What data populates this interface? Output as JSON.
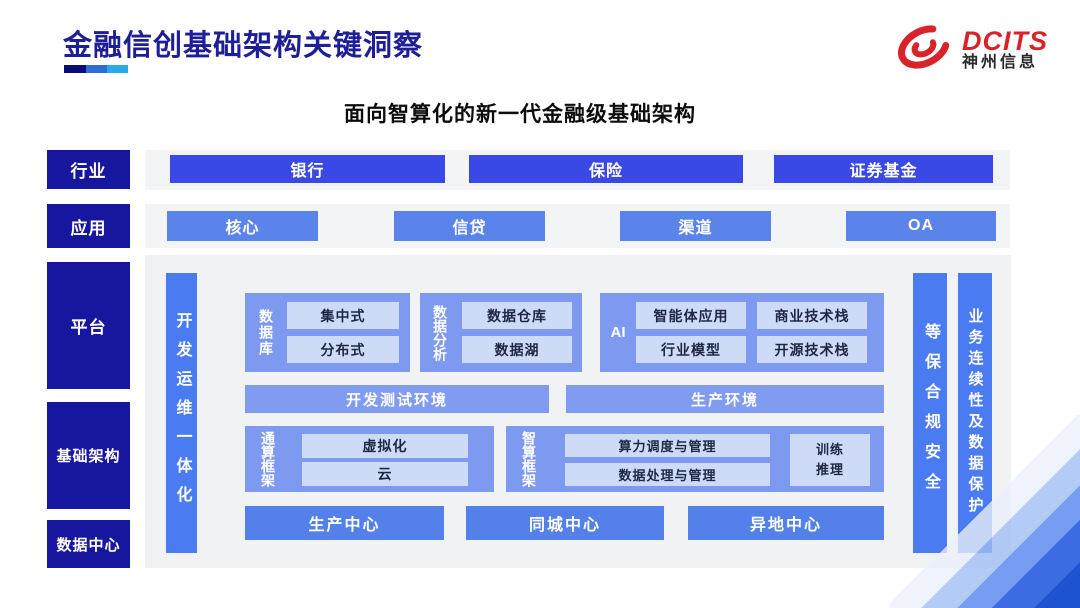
{
  "header": {
    "title": "金融信创基础架构关键洞察",
    "logo": {
      "brand": "DCITS",
      "company": "神州信息"
    }
  },
  "subtitle": "面向智算化的新一代金融级基础架构",
  "side_labels": {
    "industry": "行业",
    "application": "应用",
    "platform": "平台",
    "infrastructure": "基础架构",
    "datacenter": "数据中心"
  },
  "industry_row": {
    "items": [
      "银行",
      "保险",
      "证券基金"
    ]
  },
  "application_row": {
    "items": [
      "核心",
      "信贷",
      "渠道",
      "OA"
    ]
  },
  "diagram": {
    "devops_bar": "开发运维一体化",
    "database": {
      "label": "数据库",
      "items": [
        "集中式",
        "分布式"
      ]
    },
    "analytics": {
      "label": "数据分析",
      "items": [
        "数据仓库",
        "数据湖"
      ]
    },
    "ai": {
      "label": "AI",
      "items": [
        "智能体应用",
        "商业技术栈",
        "行业模型",
        "开源技术栈"
      ]
    },
    "dev_test_env": "开发测试环境",
    "prod_env": "生产环境",
    "general_framework": {
      "label": "通算框架",
      "items": [
        "虚拟化",
        "云"
      ]
    },
    "intelligent_framework": {
      "label": "智算框架",
      "items": [
        "算力调度与管理",
        "数据处理与管理"
      ],
      "side_item": "训练推理"
    },
    "centers": [
      "生产中心",
      "同城中心",
      "异地中心"
    ],
    "security_bar": "等保合规安全",
    "continuity_bar": "业务连续性及数据保护"
  },
  "colors": {
    "navy": "#16169e",
    "title_navy": "#1e1e96",
    "industry_chip": "#3a49e5",
    "application_chip": "#5b84ea",
    "group_blue": "#7e9af0",
    "lite_box": "#cedbf7",
    "vertical_bar": "#4a7bf0",
    "center_bar": "#5480ea",
    "brand_red": "#d8232a",
    "panel_gray": "#f1f2f4"
  }
}
